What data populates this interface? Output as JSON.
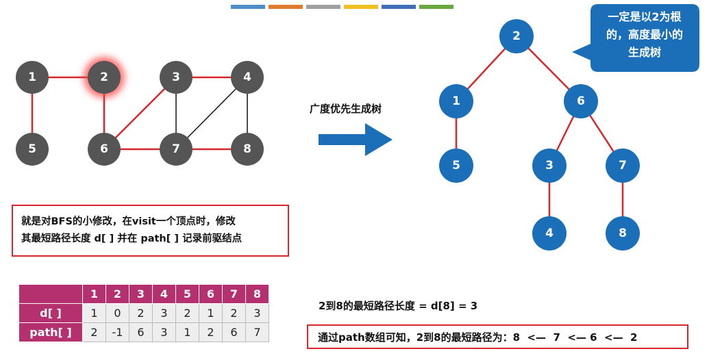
{
  "colors": {
    "graph_node": "#555555",
    "tree_node": "#1a6fb8",
    "red_edge": "#d9252b",
    "black_edge": "#111111",
    "highlight_glow": "#ff4040",
    "arrow": "#1a6fb8",
    "callout": "#1a6fb8",
    "table_header": "#b4306e"
  },
  "stripe_colors": [
    "#4e8dc8",
    "#e07b2e",
    "#a0a0a0",
    "#f0c020",
    "#3f6fb6",
    "#6aa83f"
  ],
  "graph": {
    "nodes": [
      {
        "id": "1",
        "label": "1",
        "highlighted": false
      },
      {
        "id": "2",
        "label": "2",
        "highlighted": true
      },
      {
        "id": "3",
        "label": "3",
        "highlighted": false
      },
      {
        "id": "4",
        "label": "4",
        "highlighted": false
      },
      {
        "id": "5",
        "label": "5",
        "highlighted": false
      },
      {
        "id": "6",
        "label": "6",
        "highlighted": false
      },
      {
        "id": "7",
        "label": "7",
        "highlighted": false
      },
      {
        "id": "8",
        "label": "8",
        "highlighted": false
      }
    ],
    "edges": [
      {
        "from": "1",
        "to": "2",
        "tree_edge": true
      },
      {
        "from": "1",
        "to": "5",
        "tree_edge": true
      },
      {
        "from": "2",
        "to": "6",
        "tree_edge": true
      },
      {
        "from": "6",
        "to": "3",
        "tree_edge": true
      },
      {
        "from": "3",
        "to": "4",
        "tree_edge": true
      },
      {
        "from": "3",
        "to": "7",
        "tree_edge": false
      },
      {
        "from": "7",
        "to": "4",
        "tree_edge": false
      },
      {
        "from": "4",
        "to": "8",
        "tree_edge": false
      },
      {
        "from": "6",
        "to": "7",
        "tree_edge": true
      },
      {
        "from": "7",
        "to": "8",
        "tree_edge": true
      }
    ]
  },
  "arrow_label": "广度优先生成树",
  "tree": {
    "nodes": [
      {
        "id": "2",
        "label": "2"
      },
      {
        "id": "1",
        "label": "1"
      },
      {
        "id": "6",
        "label": "6"
      },
      {
        "id": "5",
        "label": "5"
      },
      {
        "id": "3",
        "label": "3"
      },
      {
        "id": "7",
        "label": "7"
      },
      {
        "id": "4",
        "label": "4"
      },
      {
        "id": "8",
        "label": "8"
      }
    ],
    "edges": [
      {
        "from": "2",
        "to": "1"
      },
      {
        "from": "2",
        "to": "6"
      },
      {
        "from": "1",
        "to": "5"
      },
      {
        "from": "6",
        "to": "3"
      },
      {
        "from": "6",
        "to": "7"
      },
      {
        "from": "3",
        "to": "4"
      },
      {
        "from": "7",
        "to": "8"
      }
    ]
  },
  "callout": {
    "line1": "一定是以2为根",
    "line2": "的，高度最小的",
    "line3": "生成树"
  },
  "note": {
    "line1": "就是对BFS的小修改，在visit一个顶点时，修改",
    "line2": "其最短路径长度 d[ ] 并在 path[ ] 记录前驱结点"
  },
  "table": {
    "headers": [
      "1",
      "2",
      "3",
      "4",
      "5",
      "6",
      "7",
      "8"
    ],
    "rows": [
      {
        "label": "d[ ]",
        "values": [
          "1",
          "0",
          "2",
          "3",
          "2",
          "1",
          "2",
          "3"
        ]
      },
      {
        "label": "path[ ]",
        "values": [
          "2",
          "-1",
          "6",
          "3",
          "1",
          "2",
          "6",
          "7"
        ]
      }
    ]
  },
  "distance_text": "2到8的最短路径长度 = d[8] = 3",
  "path_text": "通过path数组可知，2到8的最短路径为：8  <—  7  <— 6  <—  2"
}
